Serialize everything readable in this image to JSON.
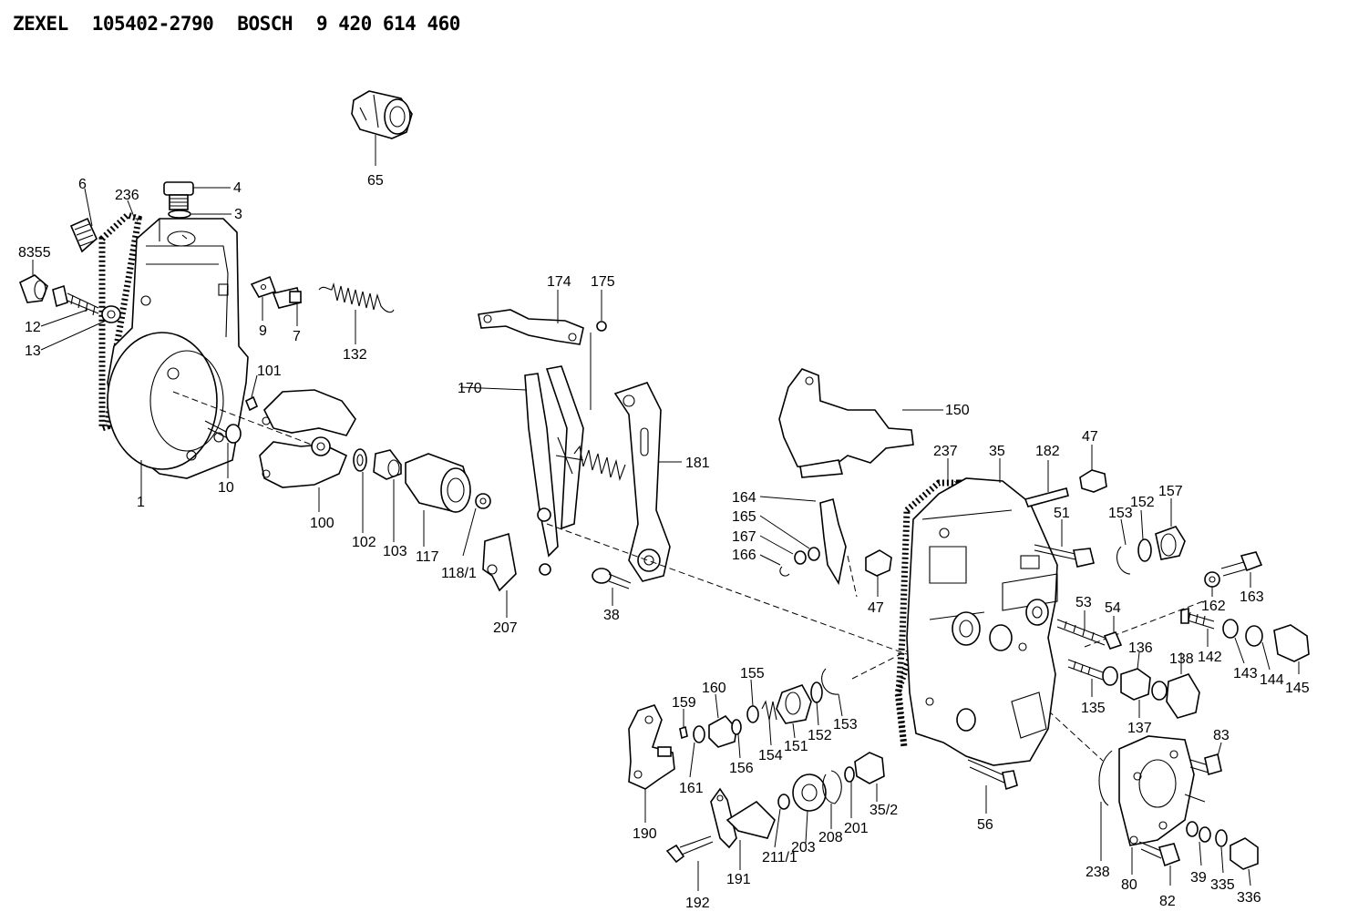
{
  "header": {
    "brand1": "ZEXEL",
    "number1": "105402-2790",
    "brand2": "BOSCH",
    "number2": "9 420 614 460"
  },
  "labels": {
    "l65": "65",
    "l4": "4",
    "l3": "3",
    "l6": "6",
    "l236": "236",
    "l8355": "8355",
    "l12": "12",
    "l13": "13",
    "l9": "9",
    "l7": "7",
    "l132": "132",
    "l101": "101",
    "l1": "1",
    "l10": "10",
    "l100": "100",
    "l102": "102",
    "l103": "103",
    "l117": "117",
    "l118_1": "118/1",
    "l174": "174",
    "l175": "175",
    "l170": "170",
    "l181": "181",
    "l207": "207",
    "l38": "38",
    "l150": "150",
    "l237": "237",
    "l35": "35",
    "l182": "182",
    "l47a": "47",
    "l164": "164",
    "l165": "165",
    "l167": "167",
    "l166": "166",
    "l47b": "47",
    "l51": "51",
    "l153a": "153",
    "l152a": "152",
    "l157": "157",
    "l162": "162",
    "l163": "163",
    "l53": "53",
    "l54": "54",
    "l142": "142",
    "l143": "143",
    "l144": "144",
    "l145": "145",
    "l136": "136",
    "l138": "138",
    "l135": "135",
    "l137": "137",
    "l155": "155",
    "l160": "160",
    "l159": "159",
    "l161": "161",
    "l156": "156",
    "l154": "154",
    "l151": "151",
    "l152b": "152",
    "l153b": "153",
    "l190": "190",
    "l83": "83",
    "l56": "56",
    "l35_2": "35/2",
    "l201": "201",
    "l208": "208",
    "l203": "203",
    "l211_1": "211/1",
    "l191": "191",
    "l192": "192",
    "l238": "238",
    "l80": "80",
    "l82": "82",
    "l39": "39",
    "l335": "335",
    "l336": "336"
  }
}
